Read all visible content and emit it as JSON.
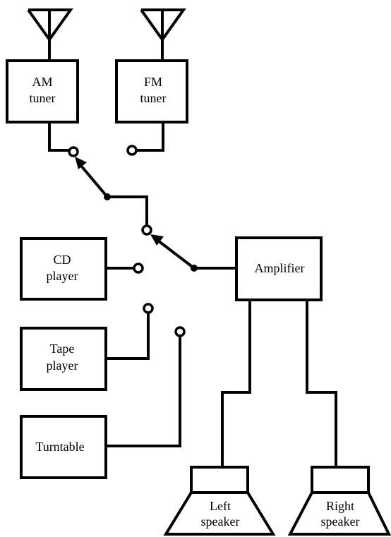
{
  "components": {
    "am_tuner": [
      "AM",
      "tuner"
    ],
    "fm_tuner": [
      "FM",
      "tuner"
    ],
    "cd_player": [
      "CD",
      "player"
    ],
    "tape_player": [
      "Tape",
      "player"
    ],
    "turntable": "Turntable",
    "amplifier": "Amplifier",
    "left_speaker": [
      "Left",
      "speaker"
    ],
    "right_speaker": [
      "Right",
      "speaker"
    ]
  },
  "colors": {
    "line": "#000000",
    "background": "#ffffff"
  }
}
